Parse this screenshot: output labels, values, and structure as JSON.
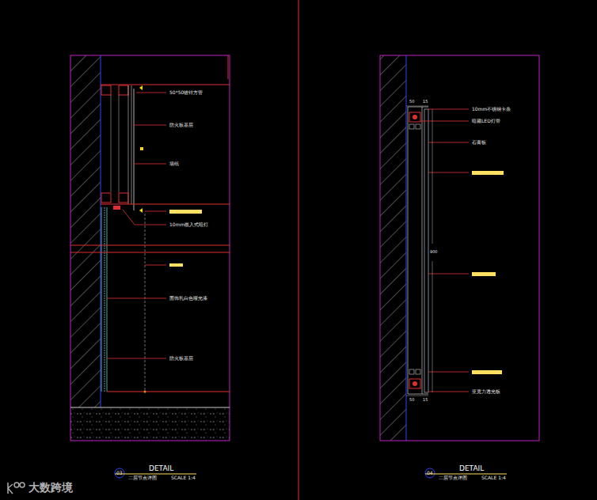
{
  "diagram": {
    "labels": [
      "50*50镀锌方管",
      "防火板基层",
      "墙纸",
      "10mm嵌入式暗灯",
      "面饰乳白色哑光漆",
      "防火板基层",
      "03",
      "DETAIL",
      "二层节点详图",
      "SCALE 1:4",
      "50",
      "15",
      "10mm不锈钢卡条",
      "暗藏LED灯带",
      "石膏板",
      "900",
      "亚克力透光板",
      "50",
      "15",
      "04",
      "DETAIL",
      "二层节点详图",
      "SCALE 1:4",
      "大数跨境"
    ]
  }
}
